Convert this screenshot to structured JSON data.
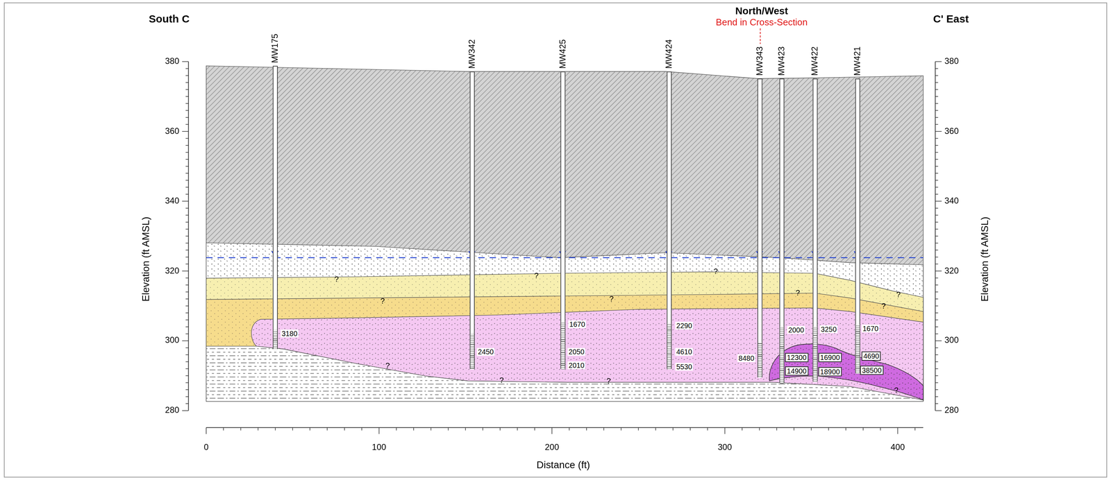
{
  "diagram": {
    "nodes": [
      {
        "text": [
          "MW175"
        ]
      },
      {
        "text": [
          "MW342"
        ]
      },
      {
        "text": [
          "MW425"
        ]
      },
      {
        "text": [
          "MW424"
        ]
      },
      {
        "text": [
          "MW343"
        ]
      },
      {
        "text": [
          "MW423"
        ]
      },
      {
        "text": [
          "MW422"
        ]
      },
      {
        "text": [
          "MW421"
        ]
      }
    ],
    "labels": [
      "South C",
      "C' East",
      "North/West",
      "Bend in Cross-Section",
      "380",
      "360",
      "340",
      "320",
      "300",
      "280",
      "380",
      "360",
      "340",
      "320",
      "300",
      "280",
      "0",
      "100",
      "200",
      "300",
      "400",
      "Elevation (ft AMSL)",
      "Elevation (ft AMSL)",
      "Distance (ft)",
      "3180",
      "2450",
      "1670",
      "2050",
      "2010",
      "2290",
      "4610",
      "5530",
      "8480",
      "2000",
      "12300",
      "14900",
      "3250",
      "16900",
      "18900",
      "1670",
      "4690",
      "38500",
      "?",
      "?",
      "?",
      "?",
      "?",
      "?",
      "?",
      "?",
      "?",
      "?",
      "?",
      "?"
    ]
  }
}
